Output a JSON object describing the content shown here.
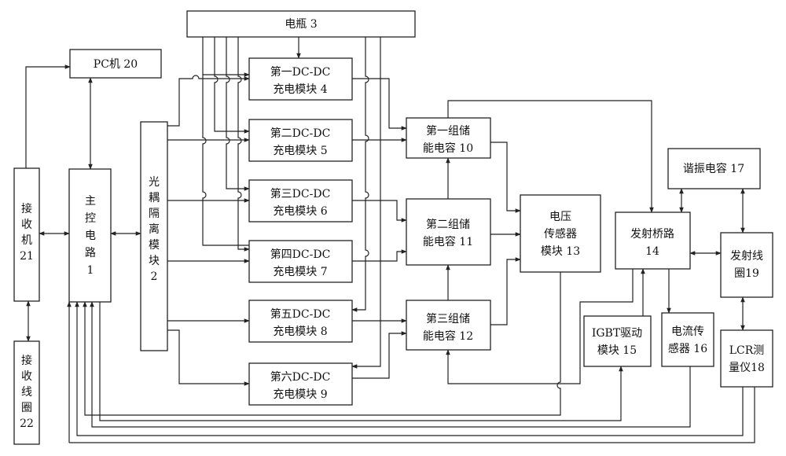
{
  "diagram": {
    "battery": "电瓶 3",
    "pc": "PC机 20",
    "receiver": [
      "接",
      "收",
      "机",
      "21"
    ],
    "receive_coil": [
      "接",
      "收",
      "线",
      "圈",
      "22"
    ],
    "main_control": [
      "主",
      "控",
      "电",
      "路",
      "1"
    ],
    "optocoupler": [
      "光",
      "耦",
      "隔",
      "离",
      "模",
      "块",
      "2"
    ],
    "dcdc": [
      [
        "第一DC-DC",
        "充电模块 4"
      ],
      [
        "第二DC-DC",
        "充电模块 5"
      ],
      [
        "第三DC-DC",
        "充电模块 6"
      ],
      [
        "第四DC-DC",
        "充电模块 7"
      ],
      [
        "第五DC-DC",
        "充电模块 8"
      ],
      [
        "第六DC-DC",
        "充电模块 9"
      ]
    ],
    "capacitors": [
      [
        "第一组储",
        "能电容 10"
      ],
      [
        "第二组储",
        "能电容 11"
      ],
      [
        "第三组储",
        "能电容 12"
      ]
    ],
    "voltage_sensor": [
      "电压",
      "传感器",
      "模块 13"
    ],
    "bridge": [
      "发射桥路",
      "14"
    ],
    "igbt": [
      "IGBT驱动",
      "模块 15"
    ],
    "current_sensor": [
      "电流传",
      "感器 16"
    ],
    "resonant_cap": "谐振电容 17",
    "lcr": [
      "LCR测",
      "量仪18"
    ],
    "tx_coil": [
      "发射线",
      "圈19"
    ]
  }
}
